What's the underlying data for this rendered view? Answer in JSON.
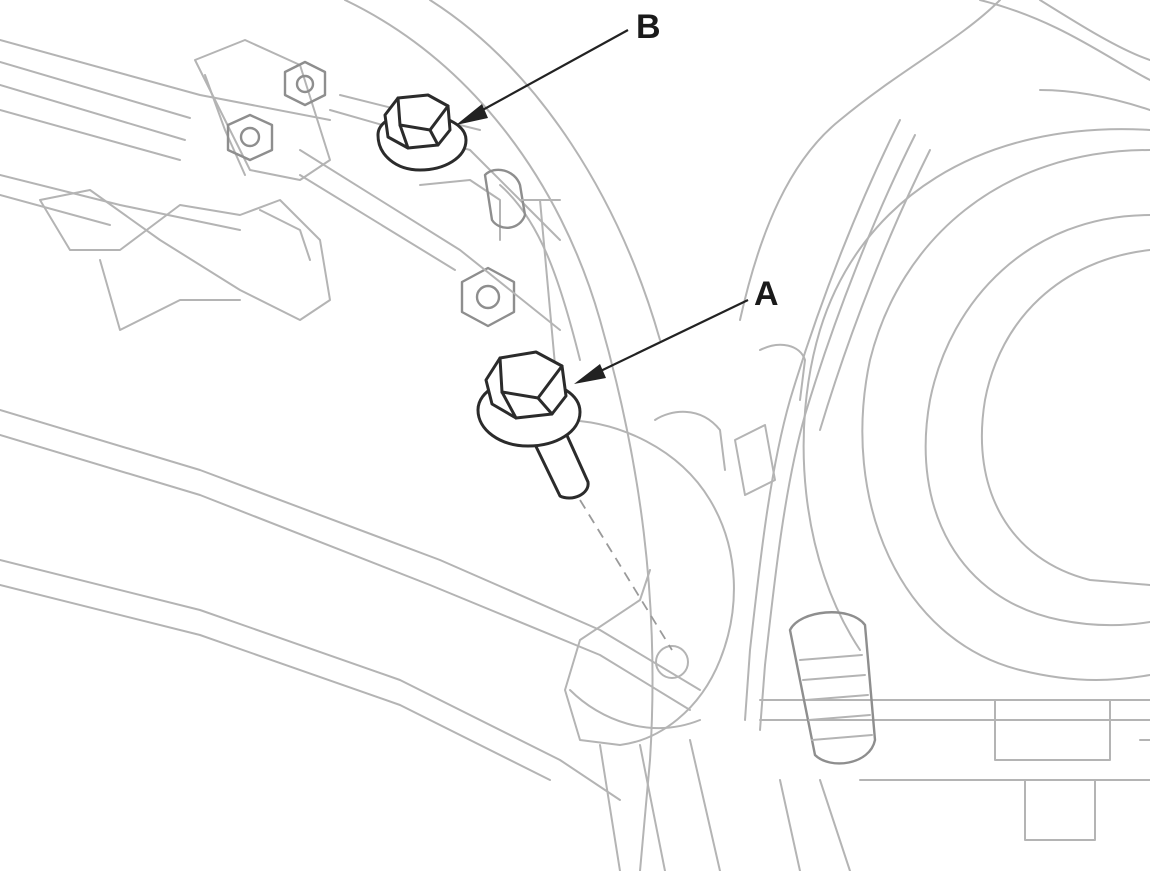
{
  "diagram": {
    "callouts": [
      {
        "id": "B",
        "label": "B",
        "part": "nut"
      },
      {
        "id": "A",
        "label": "A",
        "part": "bolt"
      }
    ]
  }
}
